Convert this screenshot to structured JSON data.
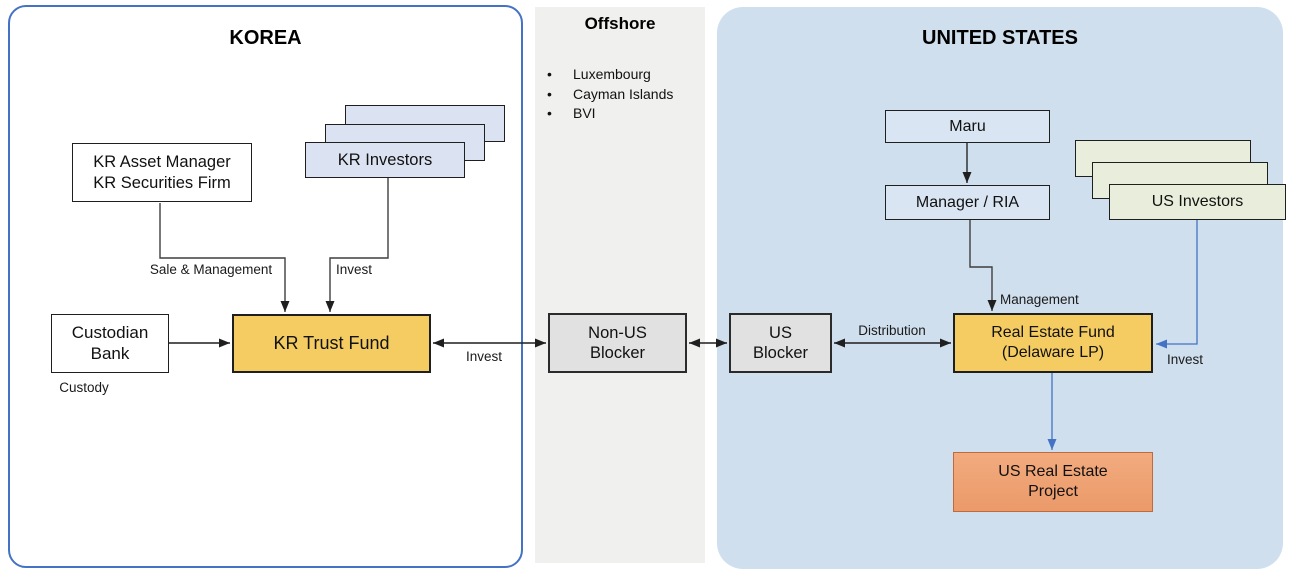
{
  "panels": {
    "korea": {
      "title": "KOREA"
    },
    "offshore": {
      "title": "Offshore",
      "bullets": [
        "Luxembourg",
        "Cayman Islands",
        "BVI"
      ]
    },
    "us": {
      "title": "UNITED STATES"
    }
  },
  "nodes": {
    "kr_asset_manager": {
      "label": "KR Asset Manager\nKR Securities Firm"
    },
    "kr_investors": {
      "label": "KR Investors"
    },
    "custodian_bank": {
      "label": "Custodian\nBank"
    },
    "kr_trust_fund": {
      "label": "KR Trust Fund"
    },
    "non_us_blocker": {
      "label": "Non-US\nBlocker"
    },
    "us_blocker": {
      "label": "US\nBlocker"
    },
    "maru": {
      "label": "Maru"
    },
    "manager_ria": {
      "label": "Manager / RIA"
    },
    "us_investors": {
      "label": "US Investors"
    },
    "real_estate_fund": {
      "label": "Real Estate Fund\n(Delaware LP)"
    },
    "us_real_estate_project": {
      "label": "US Real Estate\nProject"
    }
  },
  "edge_labels": {
    "sale_management": "Sale & Management",
    "invest_kr": "Invest",
    "custody": "Custody",
    "invest_offshore": "Invest",
    "distribution": "Distribution",
    "management": "Management",
    "invest_us": "Invest"
  },
  "colors": {
    "korea_border": "#4472c4",
    "us_panel_bg": "#cfdfee",
    "offshore_panel_bg": "#f0f0ee",
    "fund_yellow": "#f4cc62",
    "blocker_gray": "#e1e1e1",
    "kr_investor_fill": "#dbe3f2",
    "us_investor_fill": "#e8eedb",
    "us_entity_fill": "#d9e5f3",
    "project_orange": "#efa172",
    "project_border": "#c0693c",
    "blue_arrow": "#4472c4",
    "black_arrow": "#1f1f1f"
  }
}
